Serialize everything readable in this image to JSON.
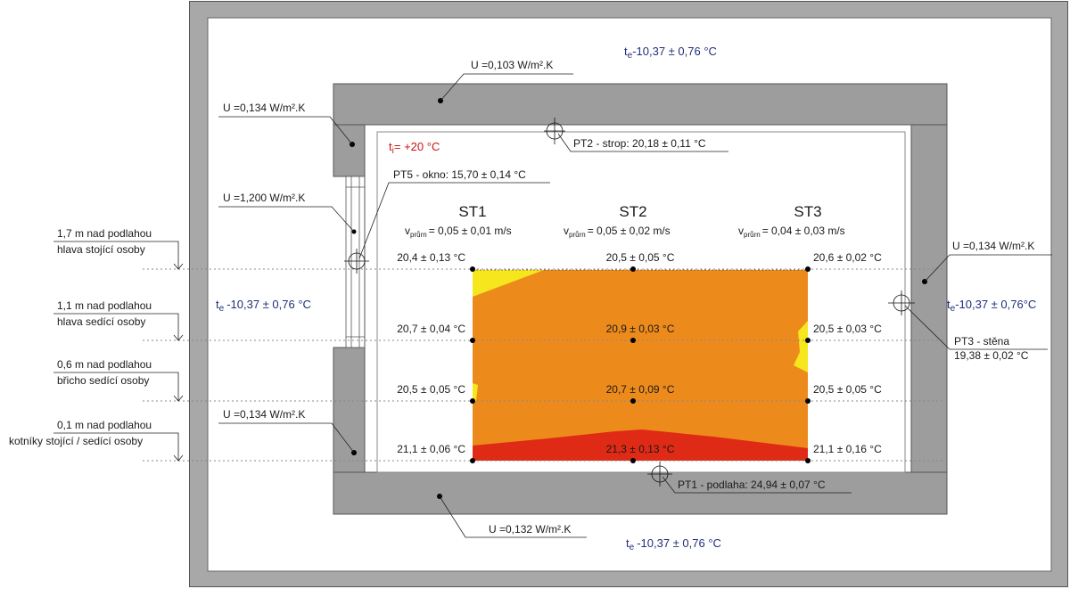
{
  "exterior_temp": {
    "top": "-10,37 ± 0,76 °C",
    "left": "-10,37 ± 0,76 °C",
    "right": "-10,37 ± 0,76°C",
    "bottom": "-10,37 ± 0,76 °C"
  },
  "interior_temp": "+20 °C",
  "u_values": {
    "ceiling": "U =0,103 W/m².K",
    "left_wall_top": "U =0,134 W/m².K",
    "window": "U =1,200 W/m².K",
    "left_wall_bottom": "U =0,134 W/m².K",
    "right_wall": "U =0,134 W/m².K",
    "floor": "U =0,132 W/m².K"
  },
  "probes": {
    "pt1": "PT1 - podlaha: 24,94 ± 0,07 °C",
    "pt2": "PT2 - strop: 20,18 ± 0,11 °C",
    "pt3_line1": "PT3 - stěna",
    "pt3_line2": "19,38 ± 0,02 °C",
    "pt5": "PT5 - okno: 15,70 ± 0,14 °C"
  },
  "heights": [
    {
      "line1": "1,7 m nad podlahou",
      "line2": "hlava stojící osoby"
    },
    {
      "line1": "1,1 m nad podlahou",
      "line2": "hlava sedící osoby"
    },
    {
      "line1": "0,6 m nad podlahou",
      "line2": "břicho sedící osoby"
    },
    {
      "line1": "0,1 m nad podlahou",
      "line2": "kotníky stojící / sedící osoby"
    }
  ],
  "stations": [
    {
      "name": "ST1",
      "velocity": "= 0,05 ± 0,01 m/s",
      "temps": [
        "20,4 ± 0,13 °C",
        "20,7 ± 0,04 °C",
        "20,5 ± 0,05 °C",
        "21,1 ± 0,06 °C"
      ]
    },
    {
      "name": "ST2",
      "velocity": "= 0,05 ± 0,02 m/s",
      "temps": [
        "20,5 ± 0,05 °C",
        "20,9 ± 0,03 °C",
        "20,7 ± 0,09 °C",
        "21,3 ± 0,13 °C"
      ]
    },
    {
      "name": "ST3",
      "velocity": "= 0,04 ± 0,03 m/s",
      "temps": [
        "20,6 ± 0,02 °C",
        "20,5 ± 0,03 °C",
        "20,5 ± 0,05 °C",
        "21,1 ± 0,16 °C"
      ]
    }
  ],
  "symbols": {
    "t": "t",
    "e": "e",
    "i": "i",
    "v": "v",
    "prum": "průrn"
  },
  "colors": {
    "wall": "#9d9d9d",
    "orange": "#ec8b1c",
    "yellow": "#f5e61e",
    "red": "#df2a16",
    "blue_text": "#1f2f7a",
    "red_text": "#cc1111"
  }
}
